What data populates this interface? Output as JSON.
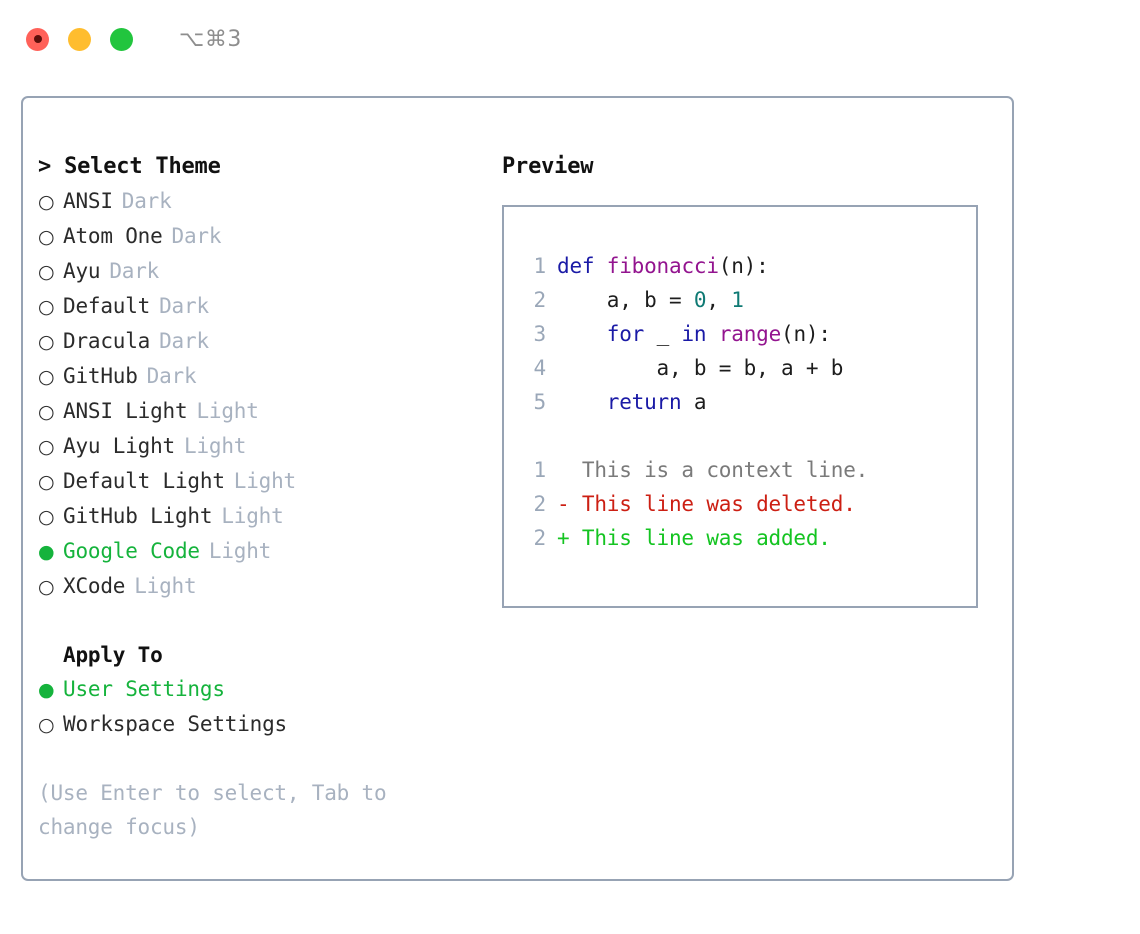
{
  "titlebar": {
    "dots": [
      {
        "name": "close-button",
        "color": "#ff6159"
      },
      {
        "name": "minimize-button",
        "color": "#ffbd2e"
      },
      {
        "name": "maximize-button",
        "color": "#22c53e"
      }
    ],
    "shortcut": "⌥⌘3"
  },
  "theme_panel": {
    "title": "> Select Theme",
    "options": [
      {
        "marker": "○",
        "label": "ANSI",
        "badge": "Dark",
        "selected": false
      },
      {
        "marker": "○",
        "label": "Atom One",
        "badge": "Dark",
        "selected": false
      },
      {
        "marker": "○",
        "label": "Ayu",
        "badge": "Dark",
        "selected": false
      },
      {
        "marker": "○",
        "label": "Default",
        "badge": "Dark",
        "selected": false
      },
      {
        "marker": "○",
        "label": "Dracula",
        "badge": "Dark",
        "selected": false
      },
      {
        "marker": "○",
        "label": "GitHub",
        "badge": "Dark",
        "selected": false
      },
      {
        "marker": "○",
        "label": "ANSI Light",
        "badge": "Light",
        "selected": false
      },
      {
        "marker": "○",
        "label": "Ayu Light",
        "badge": "Light",
        "selected": false
      },
      {
        "marker": "○",
        "label": "Default Light",
        "badge": "Light",
        "selected": false
      },
      {
        "marker": "○",
        "label": "GitHub Light",
        "badge": "Light",
        "selected": false
      },
      {
        "marker": "●",
        "label": "Google Code",
        "badge": "Light",
        "selected": true
      },
      {
        "marker": "○",
        "label": "XCode",
        "badge": "Light",
        "selected": false
      }
    ]
  },
  "apply_panel": {
    "title": "Apply To",
    "options": [
      {
        "marker": "●",
        "label": "User Settings",
        "selected": true
      },
      {
        "marker": "○",
        "label": "Workspace Settings",
        "selected": false
      }
    ]
  },
  "hint": "(Use Enter to select, Tab to change focus)",
  "preview": {
    "title": "Preview",
    "code_lines": [
      {
        "no": "1",
        "tokens": [
          {
            "t": "def ",
            "c": "tok-kw"
          },
          {
            "t": "fibonacci",
            "c": "tok-fn"
          },
          {
            "t": "(n):",
            "c": "tok-plain"
          }
        ]
      },
      {
        "no": "2",
        "tokens": [
          {
            "t": "    a, b = ",
            "c": "tok-plain"
          },
          {
            "t": "0",
            "c": "tok-num"
          },
          {
            "t": ", ",
            "c": "tok-plain"
          },
          {
            "t": "1",
            "c": "tok-num"
          }
        ]
      },
      {
        "no": "3",
        "tokens": [
          {
            "t": "    ",
            "c": "tok-plain"
          },
          {
            "t": "for",
            "c": "tok-kw"
          },
          {
            "t": " _ ",
            "c": "tok-plain"
          },
          {
            "t": "in",
            "c": "tok-kw"
          },
          {
            "t": " ",
            "c": "tok-plain"
          },
          {
            "t": "range",
            "c": "tok-fn"
          },
          {
            "t": "(n):",
            "c": "tok-plain"
          }
        ]
      },
      {
        "no": "4",
        "tokens": [
          {
            "t": "        a, b = b, a + b",
            "c": "tok-plain"
          }
        ]
      },
      {
        "no": "5",
        "tokens": [
          {
            "t": "    ",
            "c": "tok-plain"
          },
          {
            "t": "return",
            "c": "tok-kw"
          },
          {
            "t": " a",
            "c": "tok-plain"
          }
        ]
      }
    ],
    "diff_lines": [
      {
        "no": "1",
        "text": "  This is a context line.",
        "kind": "diff-ctx"
      },
      {
        "no": "2",
        "text": "- This line was deleted.",
        "kind": "diff-del"
      },
      {
        "no": "2",
        "text": "+ This line was added.",
        "kind": "diff-add"
      }
    ]
  }
}
